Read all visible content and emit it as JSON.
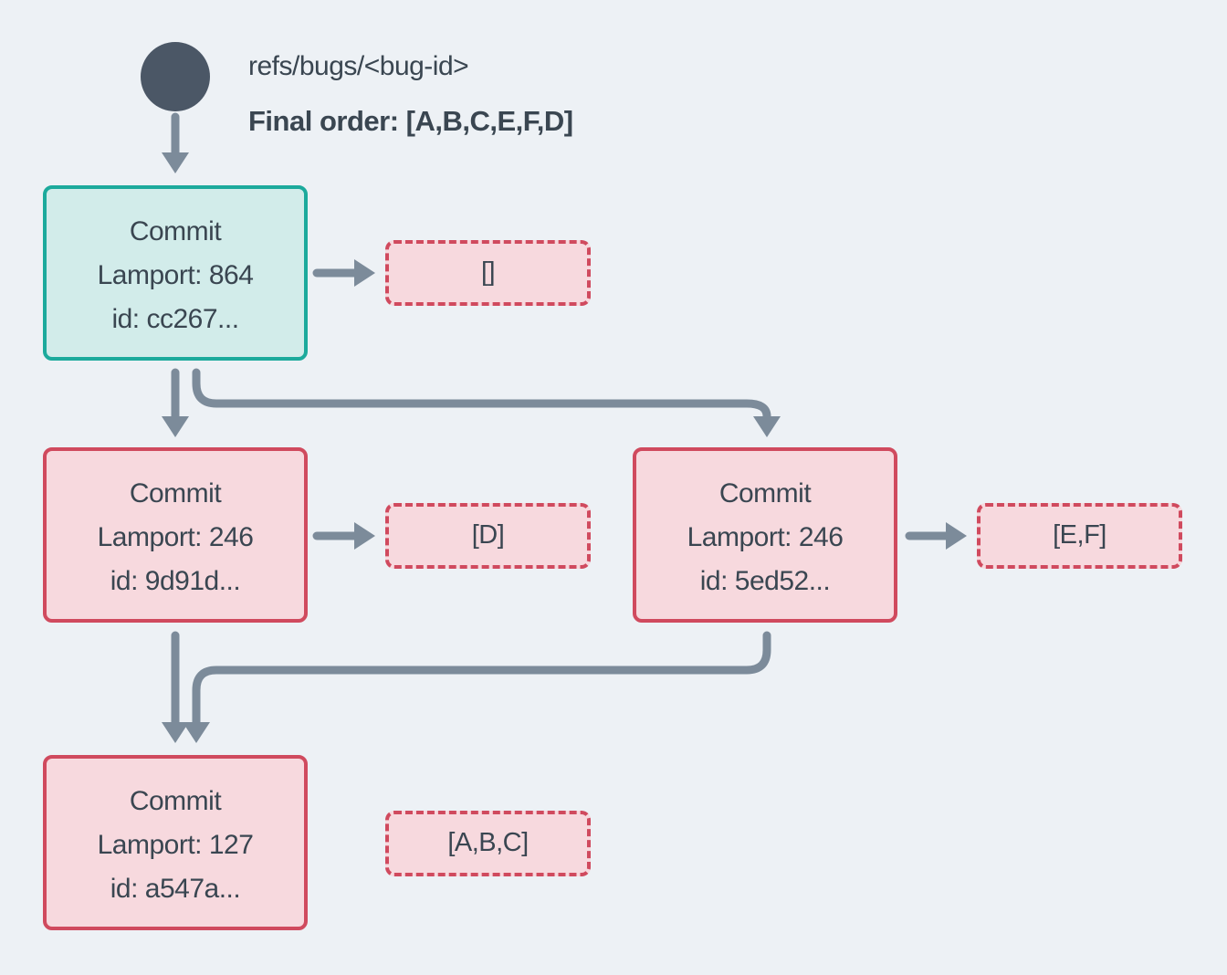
{
  "header": {
    "ref_label": "refs/bugs/<bug-id>",
    "final_order": "Final order: [A,B,C,E,F,D]"
  },
  "colors": {
    "background": "#edf1f5",
    "node_dark": "#4b5766",
    "text": "#3a4651",
    "arrow": "#7c8b9a",
    "teal_border": "#1caa9c",
    "teal_fill": "#d2ecea",
    "red_border": "#d04a5e",
    "pink_fill": "#f7d9de"
  },
  "commits": {
    "root": {
      "title": "Commit",
      "lamport": "Lamport: 864",
      "id": "id: cc267...",
      "operations": "[]"
    },
    "left": {
      "title": "Commit",
      "lamport": "Lamport: 246",
      "id": "id: 9d91d...",
      "operations": "[D]"
    },
    "right": {
      "title": "Commit",
      "lamport": "Lamport: 246",
      "id": "id: 5ed52...",
      "operations": "[E,F]"
    },
    "bottom": {
      "title": "Commit",
      "lamport": "Lamport: 127",
      "id": "id: a547a...",
      "operations": "[A,B,C]"
    }
  }
}
